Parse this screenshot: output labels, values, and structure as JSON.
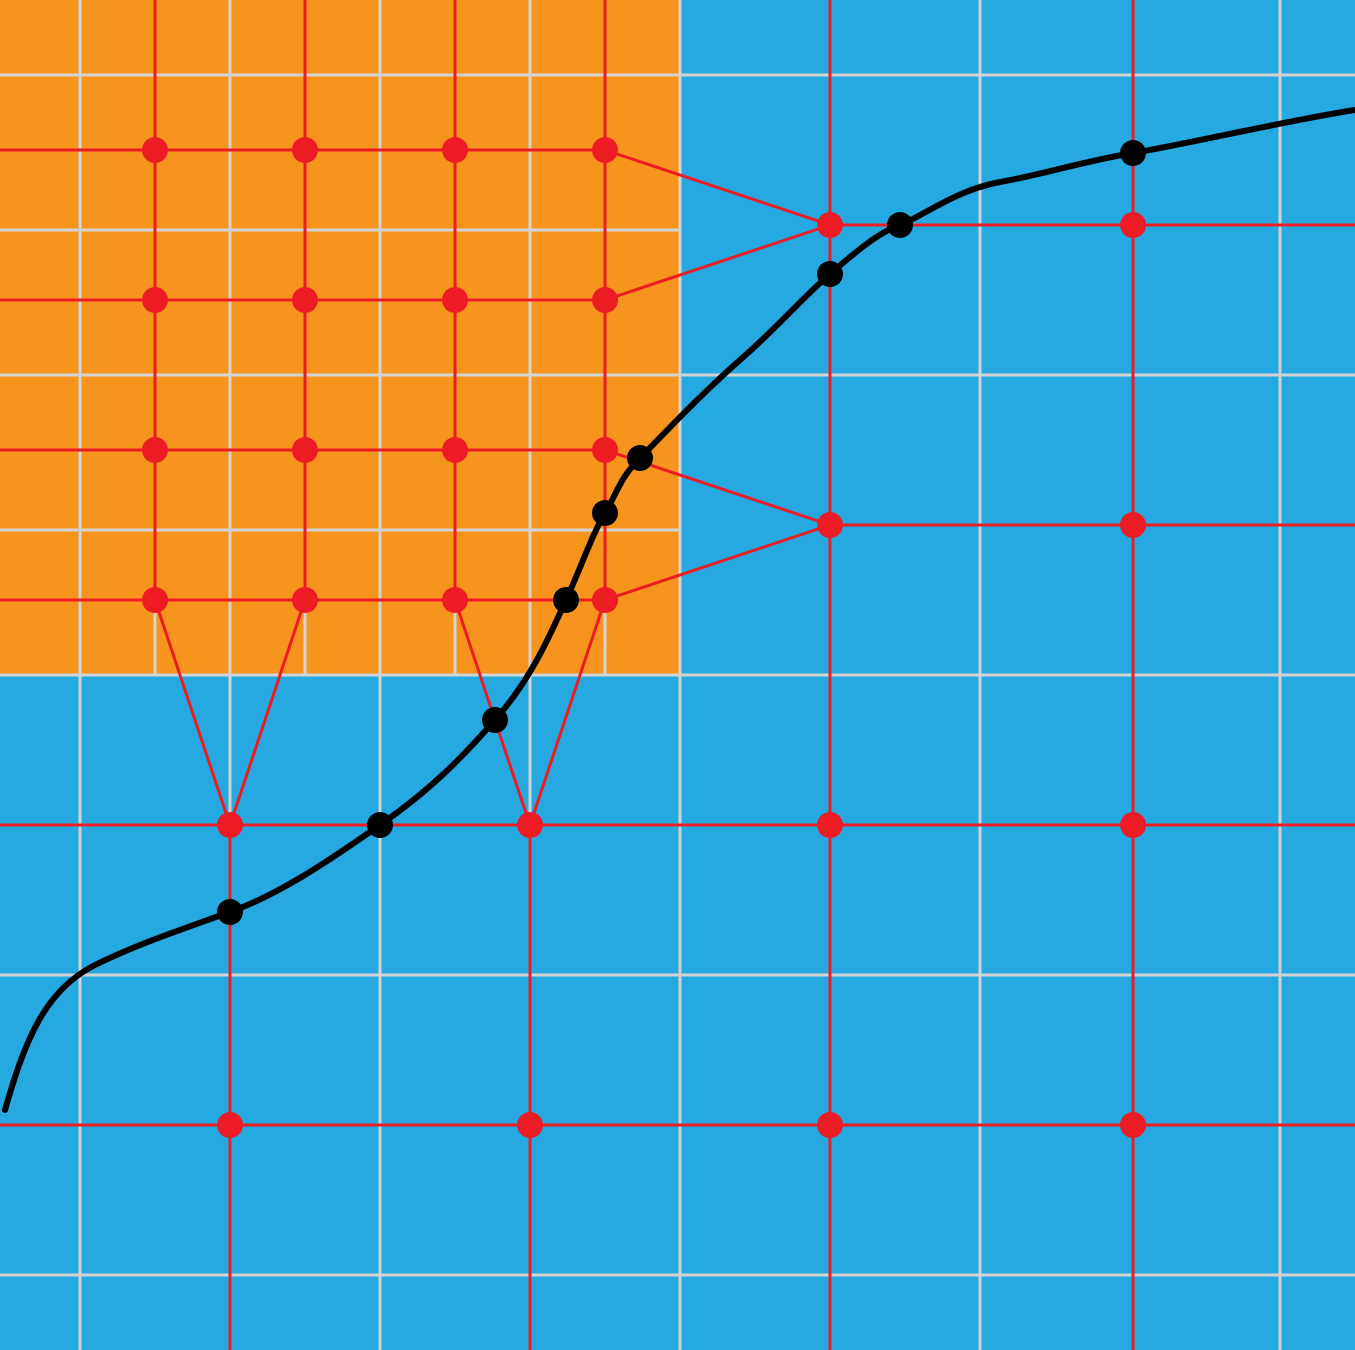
{
  "diagram": {
    "colors": {
      "coarse_cell": "#26A8E0",
      "fine_cell": "#F7941D",
      "grid_line": "#D3D3D3",
      "link": "#ED1C24",
      "node": "#ED1C24",
      "interface_curve": "#000000",
      "interface_point": "#000000"
    },
    "regions": [
      {
        "name": "coarse-region",
        "level": "coarse",
        "color_key": "coarse_cell"
      },
      {
        "name": "fine-region",
        "level": "fine",
        "color_key": "fine_cell"
      }
    ],
    "icons": [
      "grid-node",
      "interface-point"
    ]
  }
}
